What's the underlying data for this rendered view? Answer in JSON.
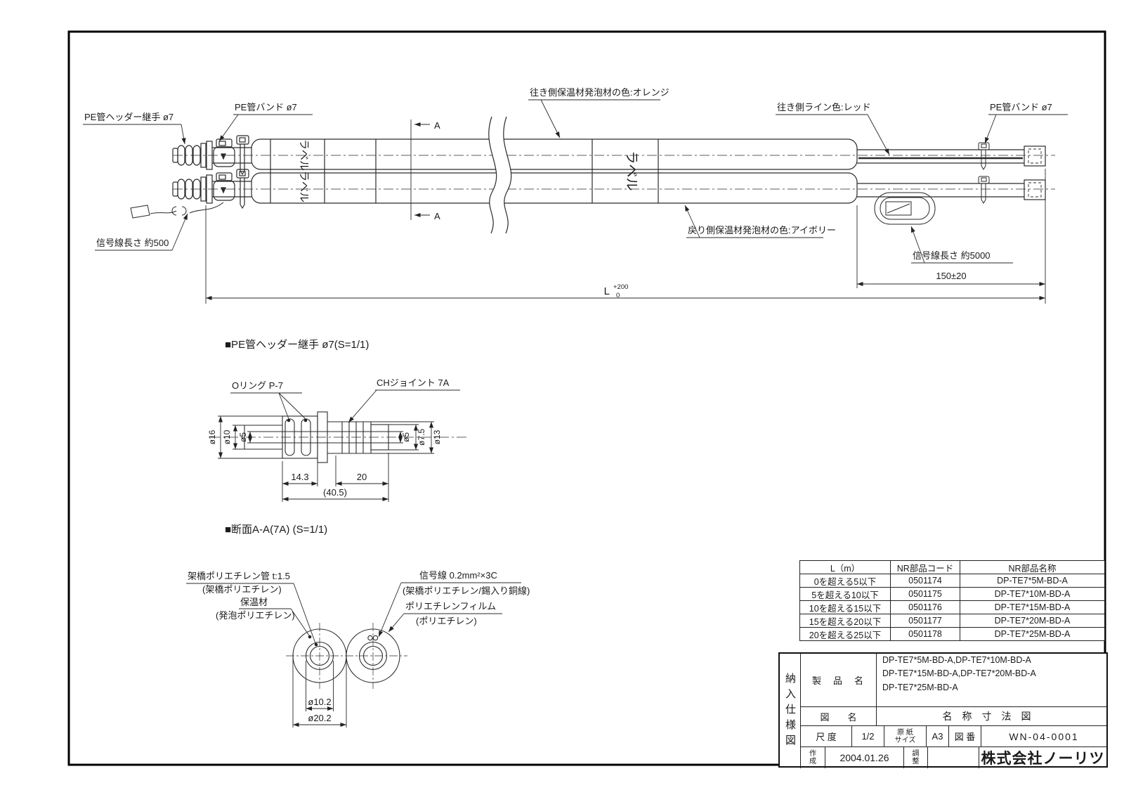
{
  "annotations": {
    "fitting_leader": "PE管ヘッダー継手 ø7",
    "band_left": "PE管バンド ø7",
    "band_right": "PE管バンド ø7",
    "outgoing_foam": "往き側保温材発泡材の色:オレンジ",
    "outgoing_line_color": "往き側ライン色:レッド",
    "return_foam": "戻り側保温材発泡材の色:アイボリー",
    "signal_500": "信号線長さ 約500",
    "signal_5000": "信号線長さ 約5000",
    "label_band_1": "ラベルラベル",
    "label_band_2": "ラベル",
    "section_mark_top": "A",
    "section_mark_bottom": "A",
    "dim_150": "150±20",
    "dim_L": "L",
    "dim_L_tol_up": "+200",
    "dim_L_tol_dn": "0"
  },
  "fitting_detail": {
    "title": "■PE管ヘッダー継手 ø7(S=1/1)",
    "oring": "Oリング P-7",
    "ch_joint": "CHジョイント 7A",
    "dims": {
      "d16": "ø16",
      "d10": "ø10",
      "d5_left": "ø5",
      "d5_right": "ø5",
      "d7_5": "ø7.5",
      "d13": "ø13",
      "len1": "14.3",
      "len2": "20",
      "len3": "(40.5)"
    }
  },
  "section_detail": {
    "title": "■断面A-A(7A) (S=1/1)",
    "pex_pipe": "架橋ポリエチレン管 t:1.5",
    "pex_pipe_sub": "(架橋ポリエチレン)",
    "insulation": "保温材",
    "insulation_sub": "(発泡ポリエチレン)",
    "signal_wire": "信号線 0.2mm²×3C",
    "signal_wire_sub": "(架橋ポリエチレン/錫入り銅線)",
    "pe_film": "ポリエチレンフィルム",
    "pe_film_sub": "(ポリエチレン)",
    "dim_inner": "ø10.2",
    "dim_outer": "ø20.2"
  },
  "parts_table": {
    "headers": [
      "L（m）",
      "NR部品コード",
      "NR部品名称"
    ],
    "rows": [
      [
        "0を超える5以下",
        "0501174",
        "DP-TE7*5M-BD-A"
      ],
      [
        "5を超える10以下",
        "0501175",
        "DP-TE7*10M-BD-A"
      ],
      [
        "10を超える15以下",
        "0501176",
        "DP-TE7*15M-BD-A"
      ],
      [
        "15を超える20以下",
        "0501177",
        "DP-TE7*20M-BD-A"
      ],
      [
        "20を超える25以下",
        "0501178",
        "DP-TE7*25M-BD-A"
      ]
    ]
  },
  "title_block": {
    "doc_type_vertical": "納入仕様図",
    "product_label": "製　品　名",
    "product_line1": "DP-TE7*5M-BD-A,DP-TE7*10M-BD-A",
    "product_line2": "DP-TE7*15M-BD-A,DP-TE7*20M-BD-A",
    "product_line3": "DP-TE7*25M-BD-A",
    "drawing_label": "図　　名",
    "drawing_name": "名称寸法図",
    "scale_label": "尺 度",
    "scale_value": "1/2",
    "paper_label_1": "原 紙",
    "paper_label_2": "サイズ",
    "paper_value": "A3",
    "number_label": "図 番",
    "number_value": "WN-04-0001",
    "created_label_1": "作",
    "created_label_2": "成",
    "created_value": "2004.01.26",
    "adjust_label_1": "調",
    "adjust_label_2": "整",
    "adjust_value": "",
    "company": "株式会社ノーリツ"
  }
}
